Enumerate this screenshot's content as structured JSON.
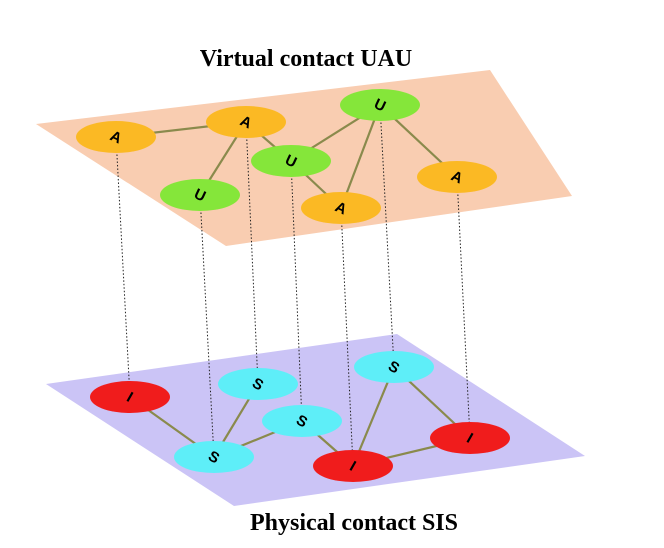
{
  "top_layer": {
    "title": "Virtual contact UAU",
    "fill": "#f9cdb1",
    "nodes": [
      {
        "id": "a1",
        "label": "A",
        "state": "aware"
      },
      {
        "id": "a2",
        "label": "A",
        "state": "aware"
      },
      {
        "id": "u1",
        "label": "U",
        "state": "unaware"
      },
      {
        "id": "u2",
        "label": "U",
        "state": "unaware"
      },
      {
        "id": "u3",
        "label": "U",
        "state": "unaware"
      },
      {
        "id": "a3",
        "label": "A",
        "state": "aware"
      },
      {
        "id": "a4",
        "label": "A",
        "state": "aware"
      }
    ]
  },
  "bottom_layer": {
    "title": "Physical contact SIS",
    "fill": "#cbc4f6",
    "nodes": [
      {
        "id": "i1",
        "label": "I",
        "state": "infected"
      },
      {
        "id": "s1",
        "label": "S",
        "state": "susceptible"
      },
      {
        "id": "s2",
        "label": "S",
        "state": "susceptible"
      },
      {
        "id": "s3",
        "label": "S",
        "state": "susceptible"
      },
      {
        "id": "s4",
        "label": "S",
        "state": "susceptible"
      },
      {
        "id": "i2",
        "label": "I",
        "state": "infected"
      },
      {
        "id": "i3",
        "label": "I",
        "state": "infected"
      }
    ]
  },
  "colors": {
    "aware": "#fbb924",
    "unaware": "#85e63a",
    "infected": "#f01c1c",
    "susceptible": "#5eeef8",
    "edge": "#8a8a4c",
    "interlayer": "#222222"
  }
}
